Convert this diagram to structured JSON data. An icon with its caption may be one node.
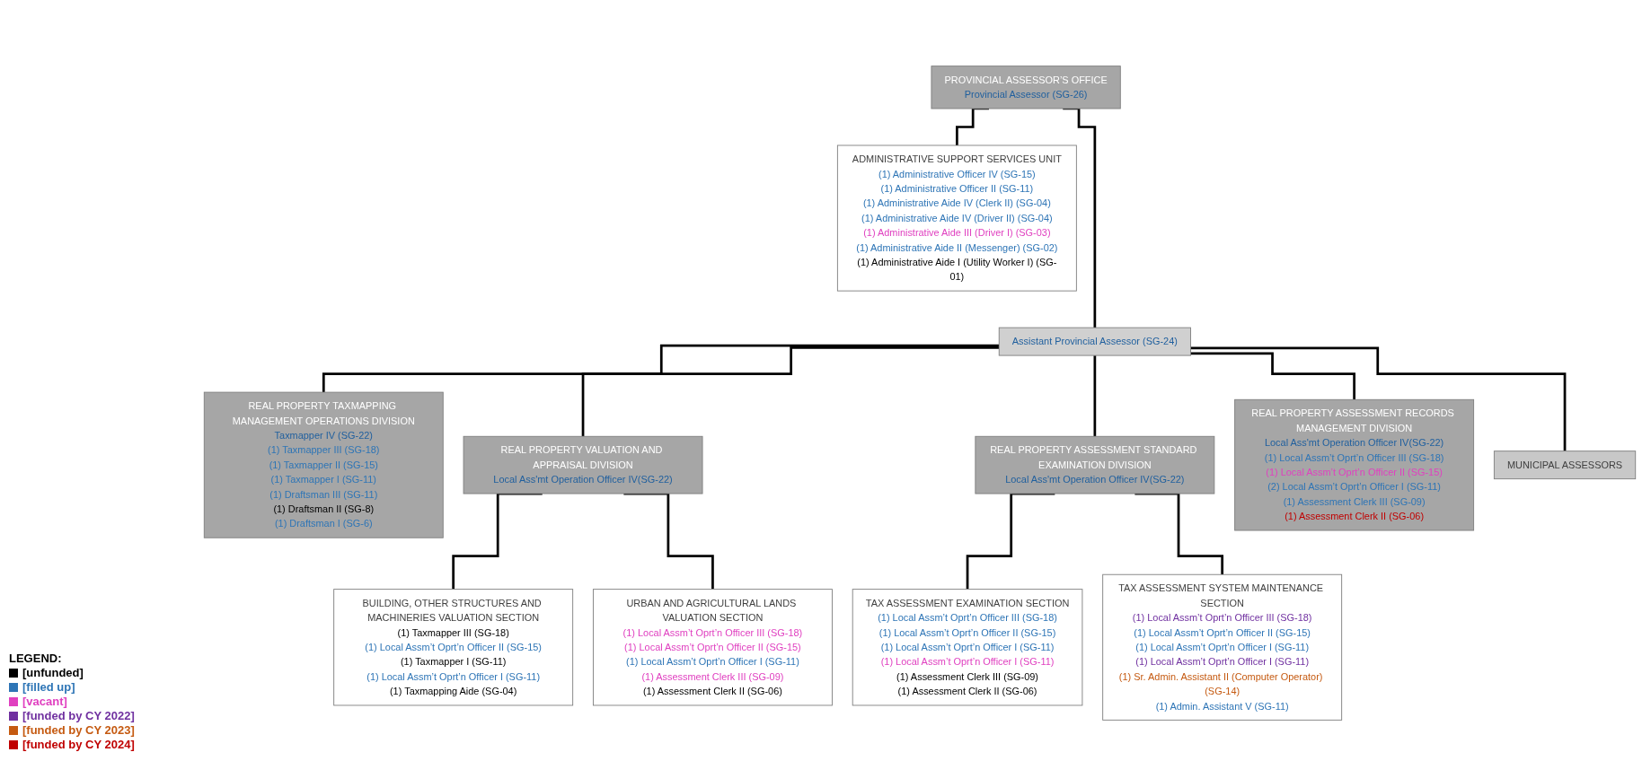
{
  "diagram": {
    "nodes": [
      {
        "text": [
          "PROVINCIAL ASSESSOR’S OFFICE",
          "Provincial Assessor (SG-26)"
        ]
      },
      {
        "text": [
          "ADMINISTRATIVE SUPPORT SERVICES UNIT",
          "(1) Administrative Officer IV (SG-15)",
          "(1) Administrative Officer II (SG-11)",
          "(1) Administrative Aide IV (Clerk II) (SG-04)",
          "(1) Administrative Aide IV (Driver II) (SG-04)",
          "(1) Administrative Aide III (Driver I) (SG-03)",
          "(1) Administrative Aide II (Messenger) (SG-02)",
          "(1) Administrative Aide I (Utility Worker I) (SG-01)"
        ]
      },
      {
        "text": [
          "Assistant Provincial Assessor (SG-24)"
        ]
      },
      {
        "text": [
          "REAL PROPERTY TAXMAPPING MANAGEMENT OPERATIONS DIVISION",
          "Taxmapper IV (SG-22)",
          "(1) Taxmapper III (SG-18)",
          "(1) Taxmapper II (SG-15)",
          "(1) Taxmapper I (SG-11)",
          "(1) Draftsman III (SG-11)",
          "(1) Draftsman II (SG-8)",
          "(1) Draftsman I (SG-6)"
        ]
      },
      {
        "text": [
          "REAL PROPERTY VALUATION AND APPRAISAL DIVISION",
          "Local Ass'mt Operation Officer IV(SG-22)"
        ]
      },
      {
        "text": [
          "BUILDING, OTHER STRUCTURES AND MACHINERIES VALUATION SECTION",
          "(1) Taxmapper III (SG-18)",
          "(1) Local Assm’t Oprt’n Officer II (SG-15)",
          "(1) Taxmapper I (SG-11)",
          "(1) Local Assm’t Oprt’n Officer I (SG-11)",
          "(1) Taxmapping Aide (SG-04)"
        ]
      },
      {
        "text": [
          "URBAN AND AGRICULTURAL LANDS VALUATION SECTION",
          "(1) Local Assm’t Oprt’n Officer III (SG-18)",
          "(1) Local Assm’t Oprt’n Officer II (SG-15)",
          "(1) Local Assm’t Oprt’n Officer I (SG-11)",
          "(1) Assessment Clerk III (SG-09)",
          "(1) Assessment Clerk II (SG-06)"
        ]
      },
      {
        "text": [
          "REAL PROPERTY ASSESSMENT STANDARD EXAMINATION DIVISION",
          "Local Ass'mt Operation Officer IV(SG-22)"
        ]
      },
      {
        "text": [
          "TAX ASSESSMENT EXAMINATION SECTION",
          "(1) Local Assm’t Oprt’n Officer III (SG-18)",
          "(1) Local Assm’t Oprt’n Officer II (SG-15)",
          "(1) Local Assm’t Oprt’n Officer I (SG-11)",
          "(1) Local Assm’t Oprt’n Officer I (SG-11)",
          "(1) Assessment Clerk III (SG-09)",
          "(1) Assessment Clerk II (SG-06)"
        ]
      },
      {
        "text": [
          "TAX ASSESSMENT SYSTEM MAINTENANCE SECTION",
          "(1) Local Assm’t Oprt’n Officer III (SG-18)",
          "(1) Local Assm’t Oprt’n Officer II (SG-15)",
          "(1) Local Assm’t Oprt’n Officer I (SG-11)",
          "(1) Local Assm’t Oprt’n Officer I (SG-11)",
          "(1) Sr. Admin. Assistant II (Computer Operator) (SG-14)",
          "(1) Admin. Assistant V (SG-11)"
        ]
      },
      {
        "text": [
          "REAL PROPERTY ASSESSMENT RECORDS MANAGEMENT DIVISION",
          "Local Ass'mt Operation Officer IV(SG-22)",
          "(1) Local Assm’t Oprt’n Officer III (SG-18)",
          "(1) Local Assm’t Oprt’n Officer II (SG-15)",
          "(2) Local Assm’t Oprt’n Officer I (SG-11)",
          "(1) Assessment Clerk III (SG-09)",
          "(1) Assessment Clerk II (SG-06)"
        ]
      },
      {
        "text": [
          "MUNICIPAL ASSESSORS"
        ]
      }
    ],
    "edges": [
      {
        "from": 0,
        "to": 2,
        "arrow": "none"
      },
      {
        "from": 0,
        "to": 1,
        "arrow": "none"
      },
      {
        "from": 2,
        "to": 3,
        "arrow": "none"
      },
      {
        "from": 2,
        "to": 4,
        "arrow": "none"
      },
      {
        "from": 2,
        "to": 11,
        "arrow": "none"
      },
      {
        "from": 2,
        "to": 7,
        "arrow": "none"
      },
      {
        "from": 2,
        "to": 10,
        "arrow": "none"
      },
      {
        "from": 4,
        "to": 5,
        "arrow": "none"
      },
      {
        "from": 4,
        "to": 6,
        "arrow": "none"
      },
      {
        "from": 7,
        "to": 8,
        "arrow": "none"
      },
      {
        "from": 7,
        "to": 9,
        "arrow": "none"
      }
    ],
    "labels": [
      "LEGEND:"
    ],
    "legend": [
      {
        "text": "[unfunded]",
        "color": "#000000"
      },
      {
        "text": "[filled up]",
        "color": "#2e75b6"
      },
      {
        "text": "[vacant]",
        "color": "#e040c0"
      },
      {
        "text": "[funded by CY 2022]",
        "color": "#7030a0"
      },
      {
        "text": "[funded by CY 2023]",
        "color": "#c55a11"
      },
      {
        "text": "[funded by CY 2024]",
        "color": "#c00000"
      }
    ]
  }
}
